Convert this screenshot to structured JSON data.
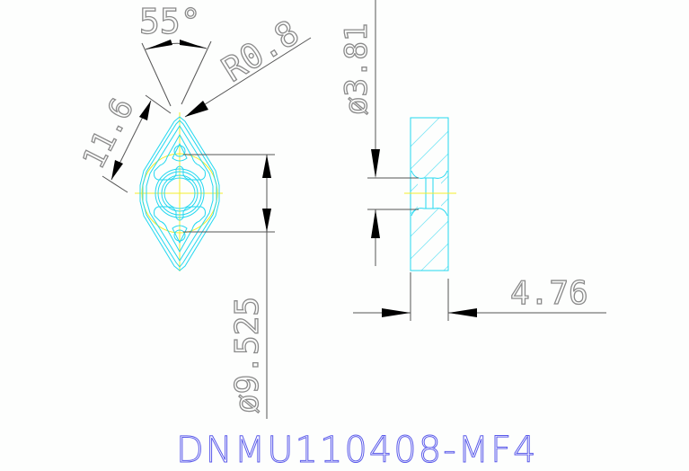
{
  "drawing": {
    "part_number": "DNMU110408-MF4",
    "dimensions": {
      "angle": "55°",
      "corner_radius": "R0.8",
      "edge_length": "11.6",
      "inscribed_circle": "ø9.525",
      "hole_diameter": "ø3.81",
      "thickness": "4.76"
    },
    "views": [
      "top-view-insert",
      "side-section-view"
    ],
    "colors": {
      "outline": "#24d8f0",
      "centerline": "#f2ee2a",
      "dimension": "#555555",
      "dim_text": "#8a8a8a",
      "title": "#5b5bea"
    }
  }
}
